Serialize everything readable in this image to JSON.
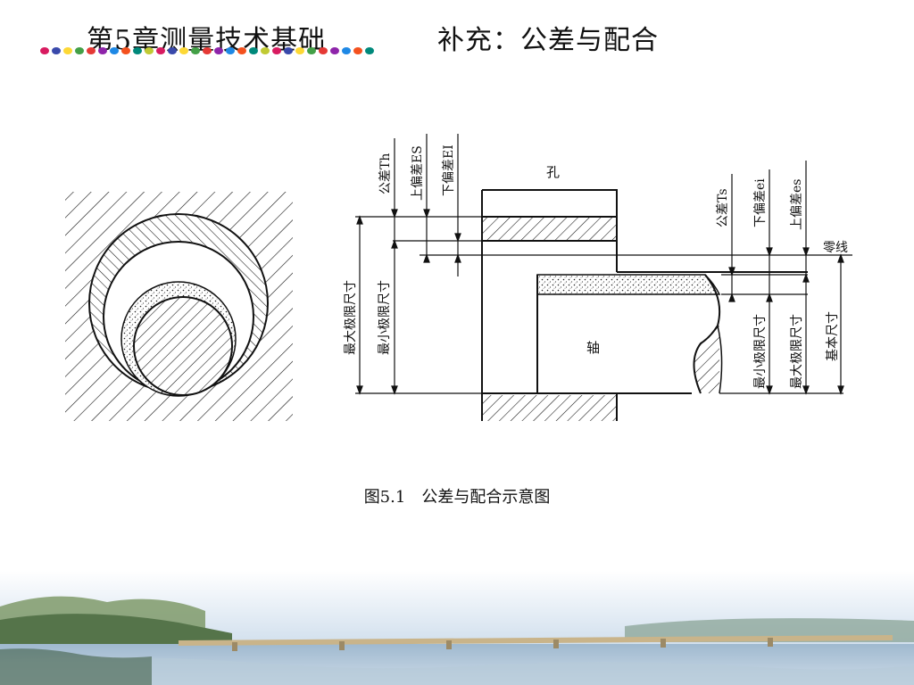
{
  "header": {
    "title": "第5章测量技术基础",
    "subtitle": "补充：公差与配合",
    "dot_colors": [
      "#d81b60",
      "#3949ab",
      "#fdd835",
      "#43a047",
      "#e53935",
      "#8e24aa",
      "#1e88e5",
      "#f4511e",
      "#00897b",
      "#c0ca33"
    ]
  },
  "diagram": {
    "hole_label": "孔",
    "shaft_label": "轴",
    "zero_line_label": "零线",
    "left_labels": {
      "hole_tolerance": "公差Th",
      "hole_upper_dev": "上偏差ES",
      "hole_lower_dev": "下偏差EI",
      "hole_max_limit": "最大极限尺寸",
      "hole_min_limit": "最小极限尺寸"
    },
    "right_labels": {
      "shaft_tolerance": "公差Ts",
      "shaft_lower_dev": "下偏差ei",
      "shaft_upper_dev": "上偏差es",
      "shaft_min_limit": "最小极限尺寸",
      "shaft_max_limit": "最大极限尺寸",
      "basic_size": "基本尺寸"
    }
  },
  "caption": "图5.1　公差与配合示意图"
}
